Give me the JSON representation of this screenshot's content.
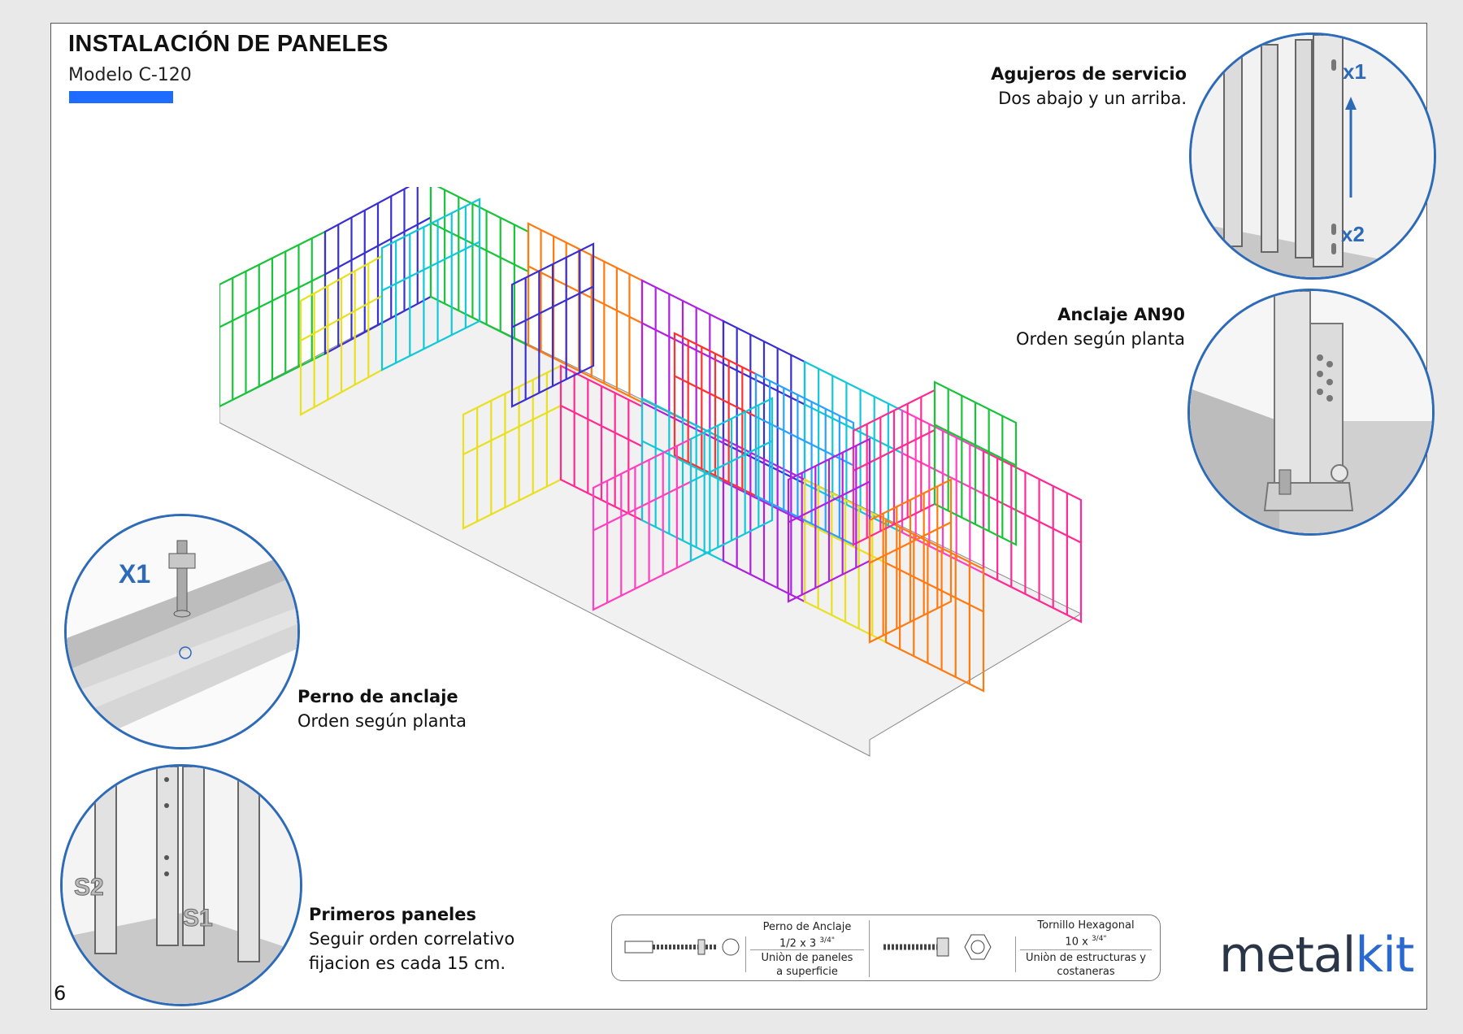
{
  "header": {
    "title": "INSTALACIÓN DE PANELES",
    "model": "Modelo C-120",
    "accent": "#1e6cff"
  },
  "page_number": "6",
  "details": {
    "service_holes": {
      "title": "Agujeros de servicio",
      "text": "Dos abajo y un arriba.",
      "top_tag": "x1",
      "bottom_tag": "x2"
    },
    "anchor_an90": {
      "title": "Anclaje AN90",
      "text": "Orden según planta"
    },
    "anchor_bolt": {
      "title": "Perno de anclaje",
      "text": "Orden según planta",
      "tag": "X1"
    },
    "first_panels": {
      "title": "Primeros paneles",
      "line1": "Seguir orden correlativo",
      "line2": "fijacion es cada 15 cm.",
      "tag_s1": "S1",
      "tag_s2": "S2"
    }
  },
  "legend": {
    "anchor_bolt": {
      "name": "Perno de Anclaje",
      "size": "1/2 x 3",
      "size_sup": "3/4\"",
      "use1": "Uniòn de paneles",
      "use2": "a superficie"
    },
    "hex_screw": {
      "name": "Tornillo Hexagonal",
      "size": "10 x",
      "size_sup": "3/4\"",
      "use1": "Uniòn de estructuras y",
      "use2": "costaneras"
    }
  },
  "logo": {
    "part1": "metal",
    "part2": "kit"
  },
  "colors": {
    "circle_border": "#2d6ab8",
    "logo_dark": "#2a3648",
    "logo_blue": "#2a6ad0"
  }
}
